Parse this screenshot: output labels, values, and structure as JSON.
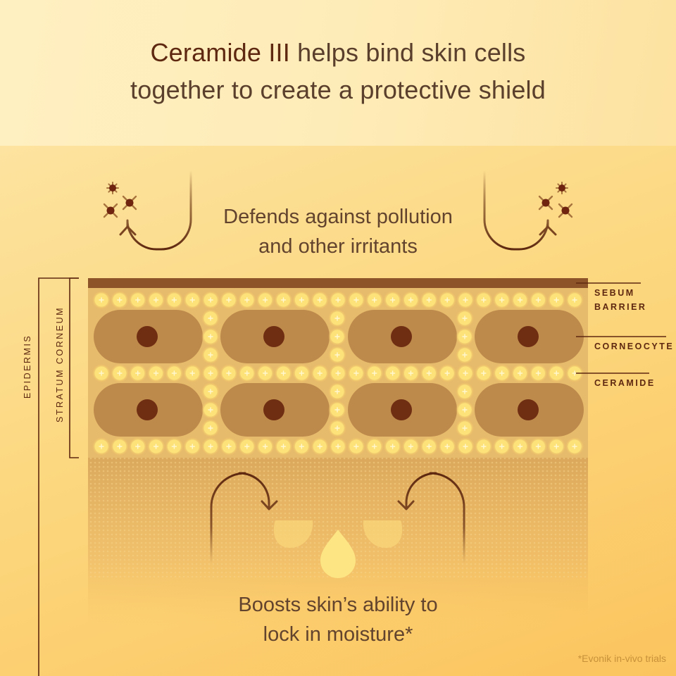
{
  "header": {
    "title_highlight": "Ceramide III",
    "title_rest_line1": " helps bind skin cells",
    "title_line2": "together to create a protective shield"
  },
  "captions": {
    "top_line1": "Defends against pollution",
    "top_line2": "and other irritants",
    "bottom_line1": "Boosts skin’s ability to",
    "bottom_line2": "lock in moisture*"
  },
  "layer_labels": {
    "sebum_line1": "SEBUM",
    "sebum_line2": "BARRIER",
    "corneocyte": "CORNEOCYTE",
    "ceramide": "CERAMIDE"
  },
  "bracket_labels": {
    "epidermis": "EPIDERMIS",
    "stratum_corneum": "STRATUM CORNEUM"
  },
  "footnote": "*Evonik in-vivo trials",
  "icons": {
    "irritant_particles": "star-particle-icon",
    "deflect_arrows": "curved-arrow-up-icon",
    "moisture_arrows": "curved-arrow-down-icon",
    "water_drops": "water-drop-icon"
  },
  "colors": {
    "dark_brown": "#5e2810",
    "sebum": "#8c5428",
    "corneocyte": "#bd8a4c",
    "nucleus": "#6f2e12",
    "ceramide_dot": "#fde27a",
    "stratum_bg": "#e6b96a"
  }
}
